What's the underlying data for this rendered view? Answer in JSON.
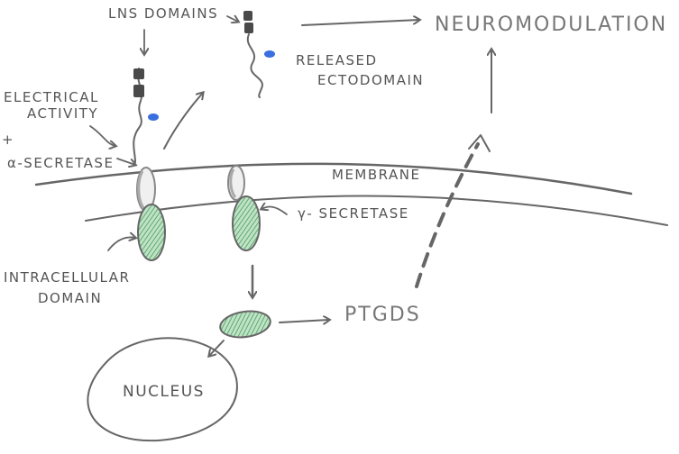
{
  "labels": {
    "lns_domains": "LNS DOMAINS",
    "neuromodulation": "NEUROMODULATION",
    "released_line1": "RELEASED",
    "released_line2": "ECTODOMAIN",
    "electrical_line1": "ELECTRICAL",
    "electrical_line2": "ACTIVITY",
    "plus": "+",
    "alpha_secretase": "α-SECRETASE",
    "membrane": "MEMBRANE",
    "gamma_secretase": "γ- SECRETASE",
    "intracellular_line1": "INTRACELLULAR",
    "intracellular_line2": "DOMAIN",
    "ptgds": "PTGDS",
    "nucleus": "NUCLEUS"
  },
  "colors": {
    "ink": "#555555",
    "membrane": "#8a8a8a",
    "intracellular_green": "#6dbb7e",
    "ectodomain_blue": "#3a6fe0",
    "lns_block": "#4a4a4a"
  }
}
